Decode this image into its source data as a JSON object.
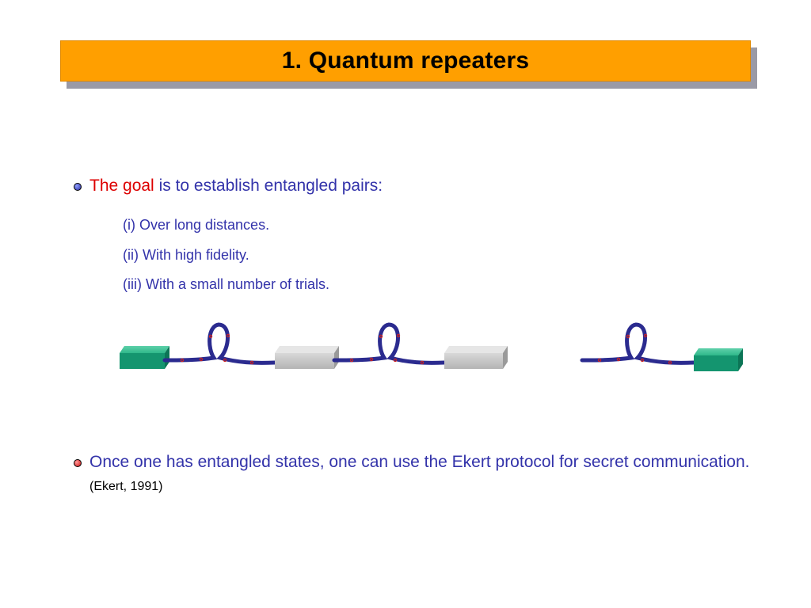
{
  "slide": {
    "title": "1. Quantum repeaters"
  },
  "goal": {
    "highlight": "The goal",
    "rest": " is to establish entangled pairs:",
    "items": [
      "(i) Over long distances.",
      "(ii) With high fidelity.",
      "(iii) With a small number of trials."
    ]
  },
  "ekert": {
    "text": "Once one has entangled states, one can use the Ekert protocol for secret communication.",
    "citation": "(Ekert, 1991)"
  },
  "colors": {
    "title_bar": "#ff9f00",
    "text_blue": "#3333aa",
    "text_red": "#dd0000",
    "end_node": "#1aa07a",
    "repeater_node": "#c8c8c8",
    "fiber": "#2b2b8f"
  }
}
